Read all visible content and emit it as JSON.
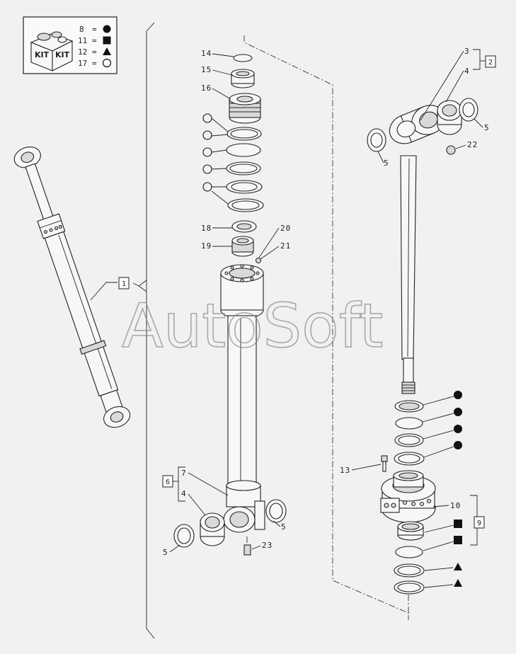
{
  "kit_legend": {
    "badge_left": "KIT",
    "badge_right": "KIT",
    "rows": [
      {
        "num": "8",
        "eq": "=",
        "symbol": "circle-filled"
      },
      {
        "num": "11",
        "eq": "=",
        "symbol": "square-filled"
      },
      {
        "num": "12",
        "eq": "=",
        "symbol": "triangle-filled"
      },
      {
        "num": "17",
        "eq": "=",
        "symbol": "circle-open"
      }
    ]
  },
  "watermark": "AutoSoft",
  "callouts": {
    "c1": "1",
    "c2": "2",
    "c3": "3",
    "c4a": "4",
    "c4b": "4",
    "c5a": "5",
    "c5b": "5",
    "c5c": "5",
    "c5d": "5",
    "c6": "6",
    "c7": "7",
    "c9": "9",
    "c10": "10",
    "c13": "13",
    "c14": "14",
    "c15": "15",
    "c16": "16",
    "c18": "18",
    "c19": "19",
    "c20": "20",
    "c21": "21",
    "c22": "22",
    "c23": "23"
  },
  "colors": {
    "ink": "#222222",
    "paper": "#f1f1f1",
    "watermark": "#8a8a8a"
  }
}
